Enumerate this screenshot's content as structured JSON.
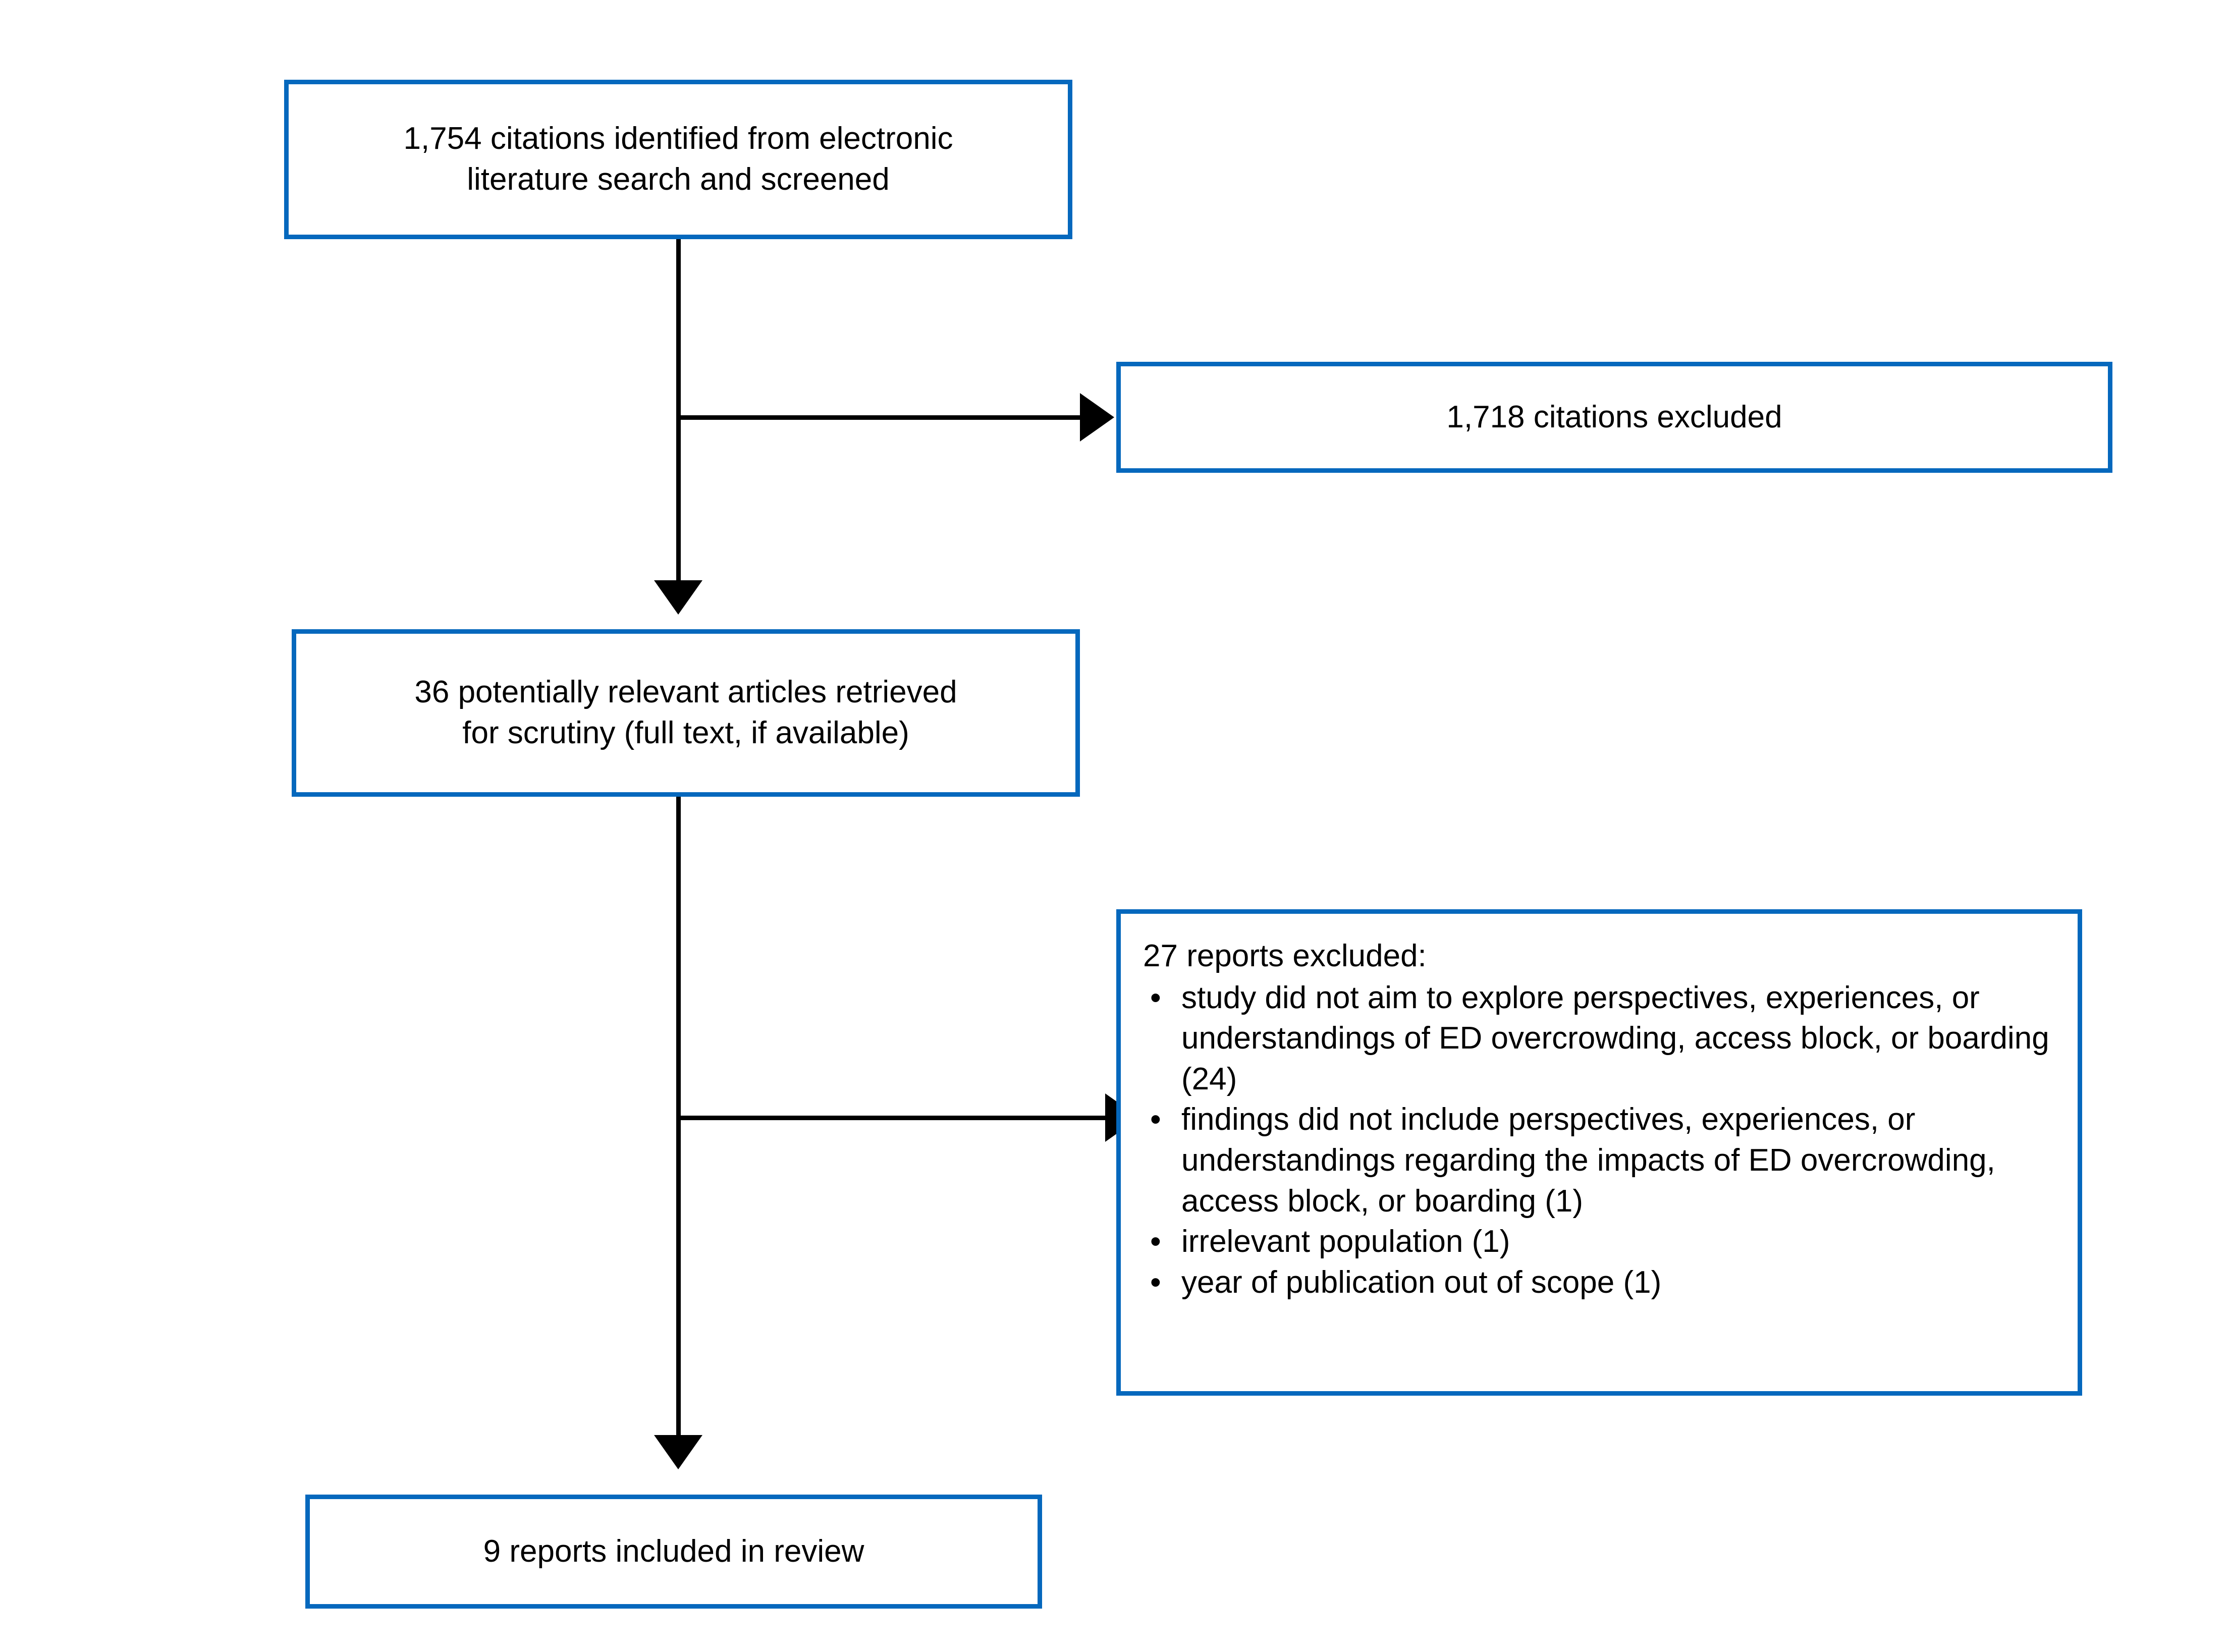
{
  "diagram": {
    "type": "prisma-flow-diagram",
    "accent_color": "#0568bd",
    "line_color": "#000000",
    "background_color": "#ffffff",
    "boxes": {
      "identified": {
        "text": "1,754 citations identified from electronic\nliterature search and screened",
        "count": "1,754"
      },
      "citations_excluded": {
        "text": "1,718 citations excluded",
        "count": "1,718"
      },
      "retrieved": {
        "text": "36 potentially relevant articles retrieved\nfor scrutiny (full text, if available)",
        "count": "36"
      },
      "reports_excluded": {
        "heading": "27 reports excluded:",
        "count": "27",
        "bullet_glyph": "•",
        "items": [
          "study did not aim to explore perspectives, experiences, or understandings of ED overcrowding, access block, or boarding (24)",
          "findings did not include perspectives, experiences, or understandings regarding the impacts of ED overcrowding, access block, or boarding (1)",
          "irrelevant population (1)",
          "year of publication out of scope (1)"
        ]
      },
      "included": {
        "text": "9 reports included in review",
        "count": "9"
      }
    }
  }
}
